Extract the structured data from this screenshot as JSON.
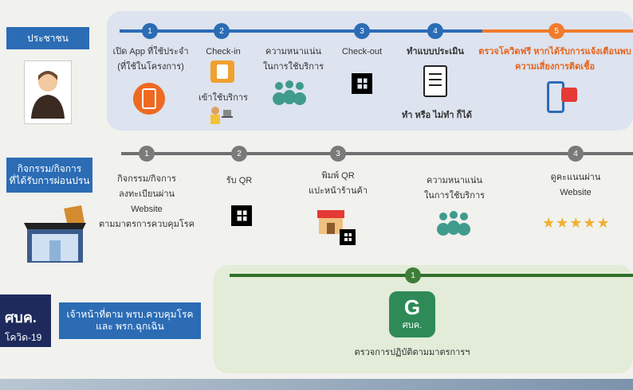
{
  "rows": {
    "citizen": {
      "label": "ประชาชน",
      "steps": [
        {
          "num": "1",
          "label": "เปิด App ที่ใช้ประจำ\n(ที่ใช้ในโครงการ)"
        },
        {
          "num": "2",
          "label": "Check-in",
          "sub": "เข้าใช้บริการ"
        },
        {
          "num": "",
          "label": "ความหนาแน่น\nในการใช้บริการ"
        },
        {
          "num": "3",
          "label": "Check-out"
        },
        {
          "num": "4",
          "label": "ทำแบบประเมิน",
          "sub": "ทำ หรือ ไม่ทำ ก็ได้"
        },
        {
          "num": "5",
          "label": "ตรวจโควิดฟรี หากได้รับการแจ้งเตือนพบ\nความเสี่ยงการติดเชื้อ"
        }
      ]
    },
    "business": {
      "label": "กิจกรรม/กิจการ\nที่ได้รับการผ่อนปรน",
      "steps": [
        {
          "num": "1",
          "label": "กิจกรรม/กิจการ\nลงทะเบียนผ่าน\nWebsite\nตามมาตรการควบคุมโรค"
        },
        {
          "num": "2",
          "label": "รับ QR"
        },
        {
          "num": "3",
          "label": "พิมพ์ QR\nแปะหน้าร้านค้า"
        },
        {
          "num": "",
          "label": "ความหนาแน่น\nในการใช้บริการ"
        },
        {
          "num": "4",
          "label": "ดูคะแนนผ่าน\nWebsite"
        }
      ],
      "stars": "★★★★★"
    },
    "officer": {
      "label": "เจ้าหน้าที่ตาม พรบ.ควบคุมโรค\nและ พรก.ฉุกเฉิน",
      "logo_text": "ศบค.",
      "logo_sub": "โควิด-19",
      "steps": [
        {
          "num": "1",
          "label": "ตรวจการปฏิบัติตามมาตรการฯ"
        }
      ],
      "app_logo_letter": "G",
      "app_logo_text": "ศบค."
    }
  },
  "colors": {
    "accent_blue": "#2b6cb5",
    "orange": "#f07b2c",
    "gray": "#7a7a7a",
    "green": "#3f7d3a"
  }
}
